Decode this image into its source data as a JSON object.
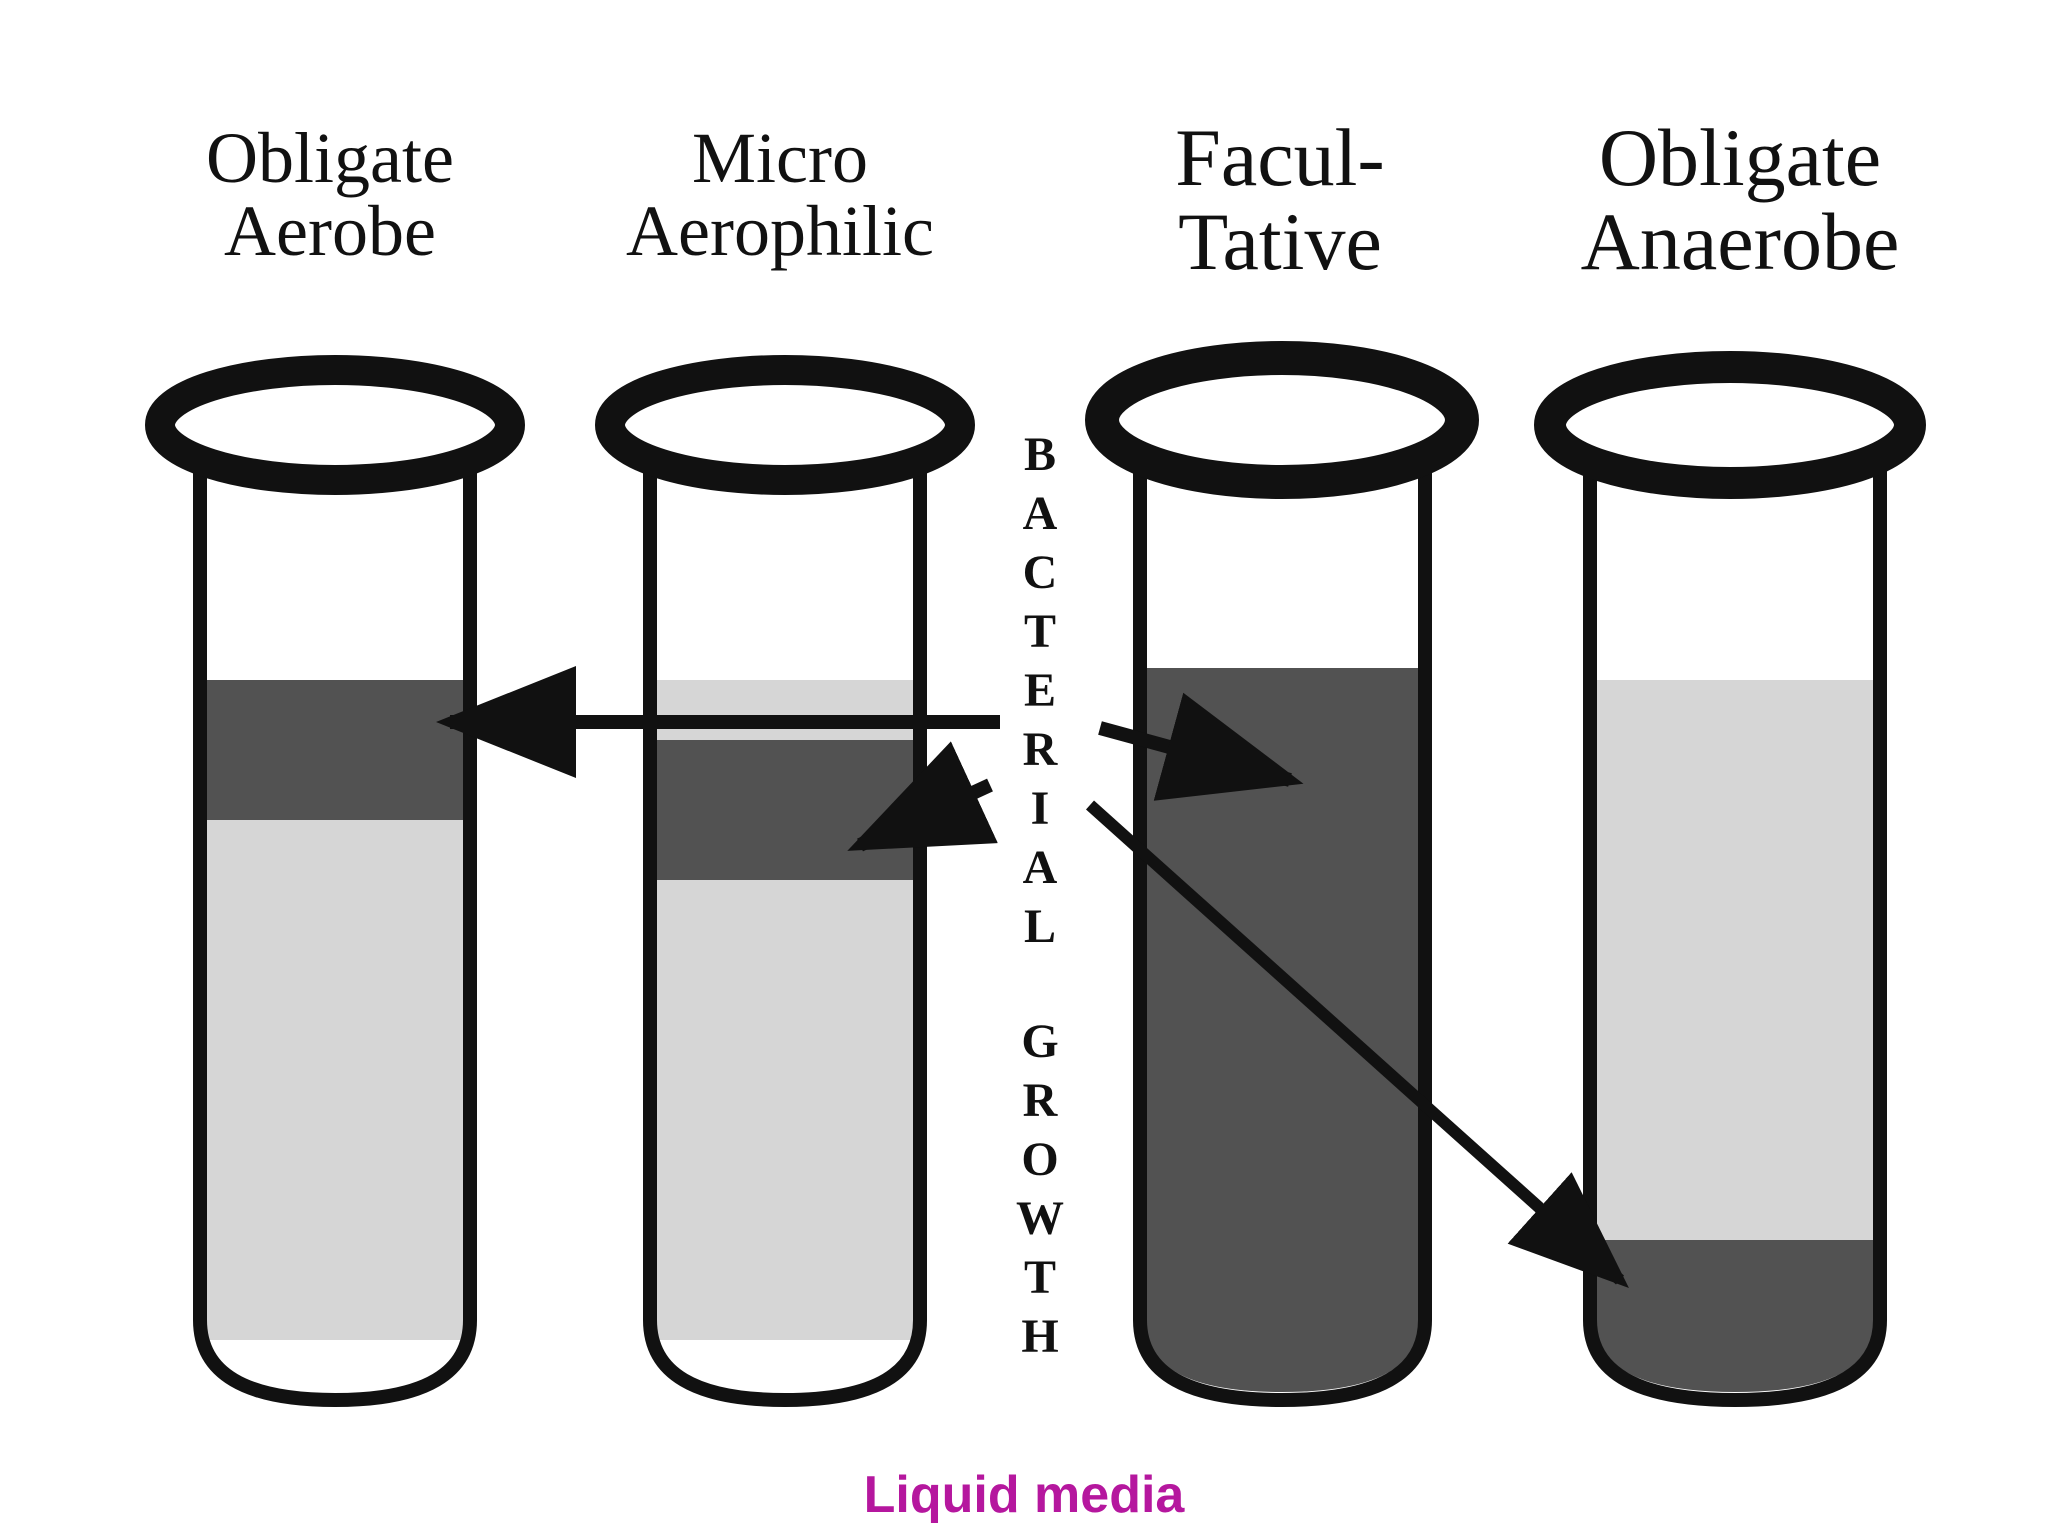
{
  "tubes": [
    {
      "label_line1": "Obligate",
      "label_line2": "Aerobe",
      "growth": "top band"
    },
    {
      "label_line1": "Micro",
      "label_line2": "Aerophilic",
      "growth": "band below surface"
    },
    {
      "label_line1": "Facul-",
      "label_line2": "Tative",
      "growth": "throughout"
    },
    {
      "label_line1": "Obligate",
      "label_line2": "Anaerobe",
      "growth": "bottom"
    }
  ],
  "vertical_label": {
    "word1": [
      "B",
      "A",
      "C",
      "T",
      "E",
      "R",
      "I",
      "A",
      "L"
    ],
    "word2": [
      "G",
      "R",
      "O",
      "W",
      "T",
      "H"
    ]
  },
  "caption": "Liquid media",
  "colors": {
    "growth": "#525252",
    "medium": "#d6d6d6",
    "outline": "#111111",
    "caption": "#b5179e"
  }
}
